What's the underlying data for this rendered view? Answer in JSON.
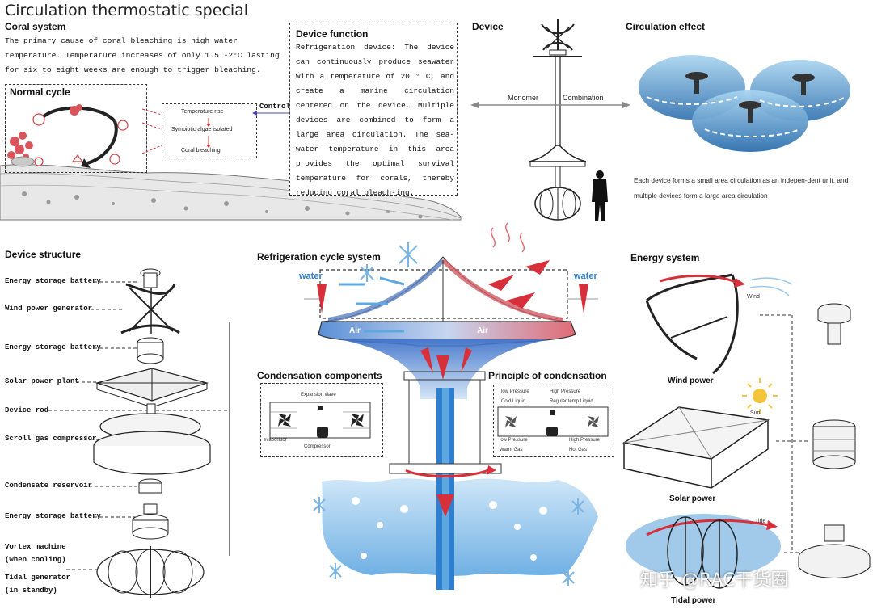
{
  "title": "Circulation thermostatic special",
  "coral": {
    "heading": "Coral system",
    "text": "The primary cause of coral bleaching is high water temperature. Temperature increases of only 1.5 -2°C lasting for six to eight weeks are enough to trigger bleaching."
  },
  "normal_cycle": {
    "heading": "Normal cycle",
    "control_label": "Control",
    "flow": [
      "Temperature rise",
      "Symbiotic algae isolated",
      "Coral bleaching"
    ]
  },
  "device_function": {
    "heading": "Device function",
    "text": "Refrigeration device: The device can continuously produce seawater with a temperature of 20 ° C, and create a marine circulation centered on the device. Multiple devices are combined to form a large area circulation. The sea-water temperature in this area provides the optimal survival temperature for corals, thereby reducing coral bleach-ing."
  },
  "device": {
    "heading": "Device",
    "monomer": "Monomer",
    "combination": "Combination"
  },
  "circulation_effect": {
    "heading": "Circulation effect",
    "caption": "Each device forms a small area circulation as an indepen-dent unit, and multiple devices form a large area circulation"
  },
  "device_structure": {
    "heading": "Device structure",
    "labels": [
      "Energy storage battery",
      "Wind power generator",
      "Energy storage battery",
      "Solar power plant",
      "Device rod",
      "Scroll gas compressor",
      "Condensate reservoir",
      "Energy storage battery",
      "Vortex machine",
      "(when cooling)",
      "Tidal generator",
      "(in standby)"
    ]
  },
  "refrigeration": {
    "heading": "Refrigeration cycle system",
    "water_left": "water",
    "water_right": "water",
    "air_left": "Air",
    "air_right": "Air"
  },
  "condensation_components": {
    "heading": "Condensation components",
    "expansion_valve": "Expansion vlave",
    "evaporator": "evaporator",
    "compressor": "Compressor"
  },
  "principle": {
    "heading": "Principle of condensation",
    "low_pressure_top": "low Pressure",
    "high_pressure_top": "High Pressure",
    "cold_liquid": "Cold Liquid",
    "regular_liquid": "Regular temp Liquid",
    "low_pressure_bottom": "low Pressure",
    "high_pressure_bottom": "High Pressure",
    "warm_gas": "Warm Gas",
    "hot_gas": "Hot Gas"
  },
  "energy": {
    "heading": "Energy system",
    "wind_label": "Wind",
    "wind_power": "Wind power",
    "sun_label": "Sun",
    "solar_power": "Solar power",
    "tide_label": "Tide",
    "tidal_power": "Tidal power"
  },
  "watermark": "知乎 @RAC干货圈",
  "colors": {
    "hot": "#d8303a",
    "cold": "#2f7fd0",
    "water": "#5ea8e0"
  }
}
